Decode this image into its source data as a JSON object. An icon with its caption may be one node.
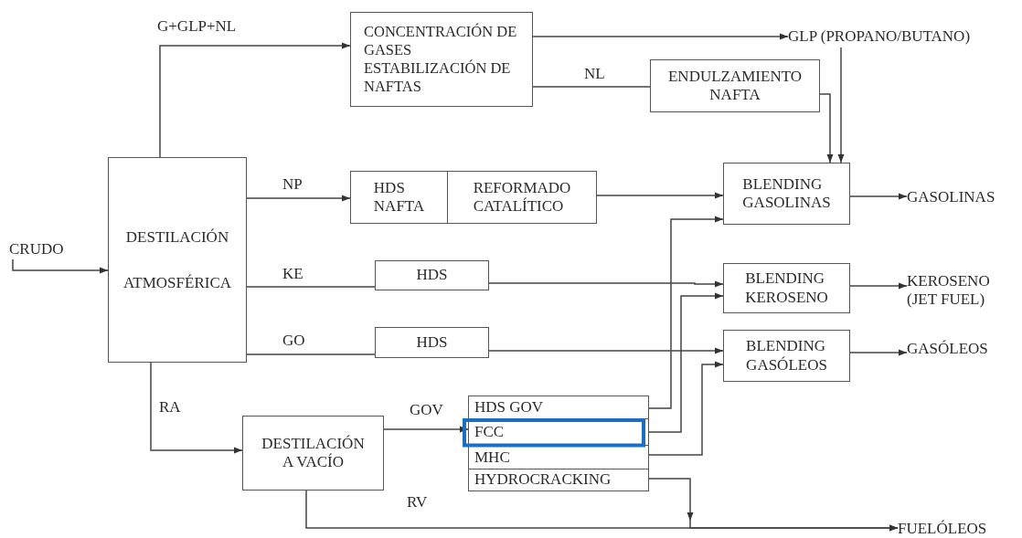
{
  "diagram": {
    "nodes": [
      {
        "text": [
          "CRUDO"
        ]
      },
      {
        "text": [
          "DESTILACIÓN ATMOSFÉRICA"
        ]
      },
      {
        "text": [
          "CONCENTRACIÓN DE GASES",
          "ESTABILIZACIÓN DE NAFTAS"
        ]
      },
      {
        "text": [
          "GLP (PROPANO/BUTANO)"
        ]
      },
      {
        "text": [
          "ENDULZAMIENTO NAFTA"
        ]
      },
      {
        "text": [
          "HDS NAFTA"
        ]
      },
      {
        "text": [
          "REFORMADO CATALÍTICO"
        ]
      },
      {
        "text": [
          "BLENDING GASOLINAS"
        ]
      },
      {
        "text": [
          "GASOLINAS"
        ]
      },
      {
        "text": [
          "HDS"
        ]
      },
      {
        "text": [
          "HDS"
        ]
      },
      {
        "text": [
          "BLENDING KEROSENO"
        ]
      },
      {
        "text": [
          "KEROSENO (JET FUEL)"
        ]
      },
      {
        "text": [
          "BLENDING GASÓLEOS"
        ]
      },
      {
        "text": [
          "GASÓLEOS"
        ]
      },
      {
        "text": [
          "DESTILACIÓN A VACÍO"
        ]
      },
      {
        "text": [
          "HDS GOV"
        ]
      },
      {
        "text": [
          "FCC"
        ]
      },
      {
        "text": [
          "MHC"
        ]
      },
      {
        "text": [
          "HYDROCRACKING"
        ]
      },
      {
        "text": [
          "FUELÓLEOS"
        ]
      }
    ],
    "edges": [
      {
        "from": 0,
        "to": 1,
        "arrow": "to"
      },
      {
        "from": 1,
        "to": 2,
        "arrow": "to",
        "label": "G+GLP+NL"
      },
      {
        "from": 2,
        "to": 3,
        "arrow": "to"
      },
      {
        "from": 2,
        "to": 4,
        "arrow": "none",
        "label": "NL"
      },
      {
        "from": 4,
        "to": 7,
        "arrow": "to"
      },
      {
        "from": 3,
        "to": 7,
        "arrow": "to"
      },
      {
        "from": 1,
        "to": 5,
        "arrow": "to",
        "label": "NP"
      },
      {
        "from": 6,
        "to": 7,
        "arrow": "to"
      },
      {
        "from": 7,
        "to": 8,
        "arrow": "to"
      },
      {
        "from": 1,
        "to": 9,
        "arrow": "none",
        "label": "KE"
      },
      {
        "from": 9,
        "to": 11,
        "arrow": "to"
      },
      {
        "from": 1,
        "to": 10,
        "arrow": "none",
        "label": "GO"
      },
      {
        "from": 10,
        "to": 13,
        "arrow": "to"
      },
      {
        "from": 11,
        "to": 12,
        "arrow": "to"
      },
      {
        "from": 13,
        "to": 14,
        "arrow": "to"
      },
      {
        "from": 1,
        "to": 15,
        "arrow": "to",
        "label": "RA"
      },
      {
        "from": 15,
        "to": 17,
        "arrow": "to",
        "label": "GOV"
      },
      {
        "from": 16,
        "to": 7,
        "arrow": "to"
      },
      {
        "from": 17,
        "to": 11,
        "arrow": "to"
      },
      {
        "from": 18,
        "to": 13,
        "arrow": "to"
      },
      {
        "from": 19,
        "to": 20,
        "arrow": "to"
      },
      {
        "from": 15,
        "to": 20,
        "arrow": "to",
        "label": "RV"
      }
    ]
  }
}
